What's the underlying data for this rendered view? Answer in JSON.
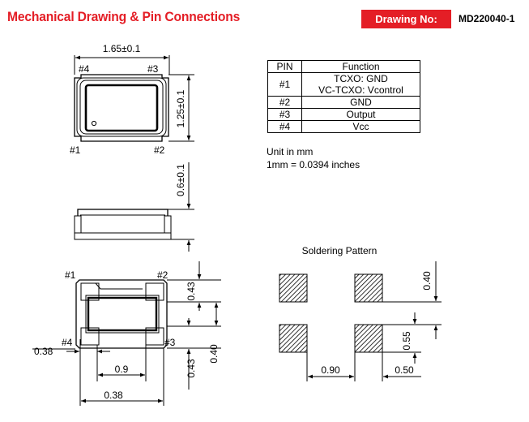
{
  "header": {
    "title": "Mechanical Drawing & Pin Connections",
    "drawing_no_label": "Drawing No:",
    "drawing_no_value": "MD220040-1",
    "accent_color": "#e41e26"
  },
  "top_view": {
    "width_dim": "1.65±0.1",
    "height_dim": "1.25±0.1",
    "pin_labels": [
      "#1",
      "#2",
      "#3",
      "#4"
    ]
  },
  "side_view": {
    "thickness_dim": "0.6±0.1"
  },
  "bottom_view": {
    "pin_labels": [
      "#1",
      "#2",
      "#3",
      "#4"
    ],
    "dims": {
      "pad_length_left": "0.38",
      "pad_gap": "0.9",
      "pad_length_bottom": "0.38",
      "pad_height_top": "0.43",
      "pad_height_bottom": "0.43",
      "pad_gap_vertical": "0.40"
    }
  },
  "pin_table": {
    "headers": [
      "PIN",
      "Function"
    ],
    "rows": [
      {
        "pin": "#1",
        "function_lines": [
          "TCXO: GND",
          "VC-TCXO: Vcontrol"
        ]
      },
      {
        "pin": "#2",
        "function_lines": [
          "GND"
        ]
      },
      {
        "pin": "#3",
        "function_lines": [
          "Output"
        ]
      },
      {
        "pin": "#4",
        "function_lines": [
          "Vcc"
        ]
      }
    ]
  },
  "units": {
    "line1": "Unit in mm",
    "line2": "1mm = 0.0394 inches"
  },
  "soldering": {
    "title": "Soldering Pattern",
    "dims": {
      "pad_spacing_h": "0.90",
      "pad_width": "0.50",
      "pad_height": "0.55",
      "pad_gap_v": "0.40"
    }
  }
}
